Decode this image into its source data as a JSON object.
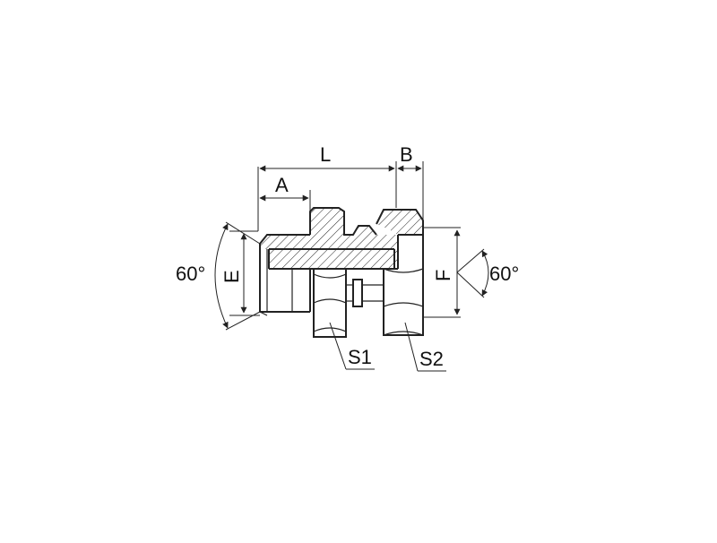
{
  "diagram": {
    "labels": {
      "L": "L",
      "A": "A",
      "B": "B",
      "E": "E",
      "F": "F",
      "angle_left": "60°",
      "angle_right": "60°",
      "S1": "S1",
      "S2": "S2"
    },
    "colors": {
      "line": "#222222",
      "background": "#ffffff"
    }
  }
}
